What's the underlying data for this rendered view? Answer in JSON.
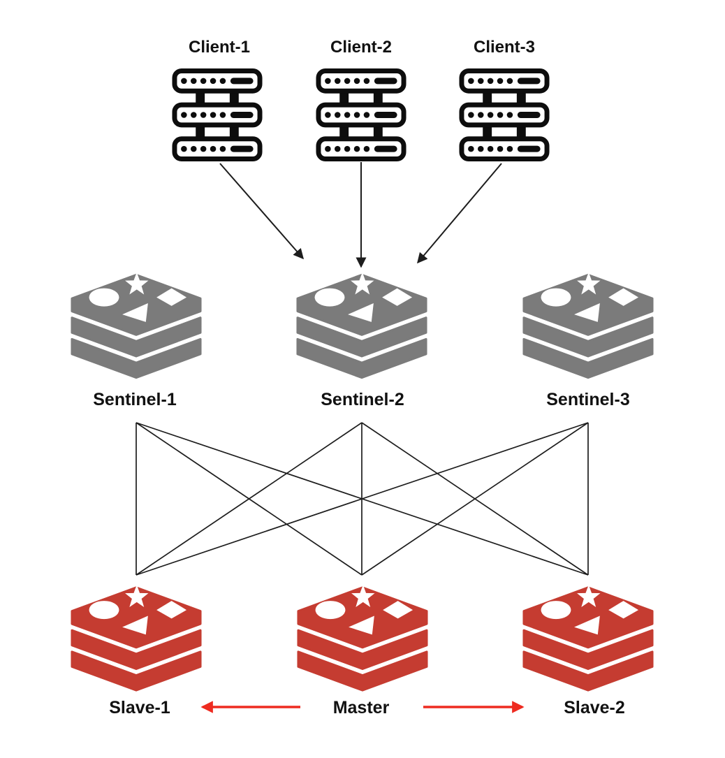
{
  "diagram": {
    "kind": "redis-sentinel-architecture",
    "clients": [
      {
        "label": "Client-1"
      },
      {
        "label": "Client-2"
      },
      {
        "label": "Client-3"
      }
    ],
    "sentinels": [
      {
        "label": "Sentinel-1"
      },
      {
        "label": "Sentinel-2"
      },
      {
        "label": "Sentinel-3"
      }
    ],
    "redis_nodes": [
      {
        "label": "Slave-1",
        "role": "slave"
      },
      {
        "label": "Master",
        "role": "master"
      },
      {
        "label": "Slave-2",
        "role": "slave"
      }
    ],
    "edges": {
      "client_arrows": [
        {
          "from": "Client-1",
          "to": "Sentinel-2"
        },
        {
          "from": "Client-2",
          "to": "Sentinel-2"
        },
        {
          "from": "Client-3",
          "to": "Sentinel-2"
        }
      ],
      "sentinel_node_mesh": [
        {
          "from": "Sentinel-1",
          "to": "Slave-1"
        },
        {
          "from": "Sentinel-1",
          "to": "Master"
        },
        {
          "from": "Sentinel-1",
          "to": "Slave-2"
        },
        {
          "from": "Sentinel-2",
          "to": "Slave-1"
        },
        {
          "from": "Sentinel-2",
          "to": "Master"
        },
        {
          "from": "Sentinel-2",
          "to": "Slave-2"
        },
        {
          "from": "Sentinel-3",
          "to": "Slave-1"
        },
        {
          "from": "Sentinel-3",
          "to": "Master"
        },
        {
          "from": "Sentinel-3",
          "to": "Slave-2"
        }
      ],
      "replication_arrows": [
        {
          "from": "Master",
          "to": "Slave-1"
        },
        {
          "from": "Master",
          "to": "Slave-2"
        }
      ]
    },
    "icons": {
      "client": "server-stack-icon",
      "sentinel": "redis-cube-icon",
      "redis_node": "redis-cube-icon"
    },
    "colors": {
      "background": "#ffffff",
      "icon_black": "#0d0d0d",
      "line_black": "#1d1d1d",
      "sentinel_gray": "#7b7b7b",
      "redis_red": "#c53c31",
      "arrow_red": "#ee2b20"
    }
  }
}
